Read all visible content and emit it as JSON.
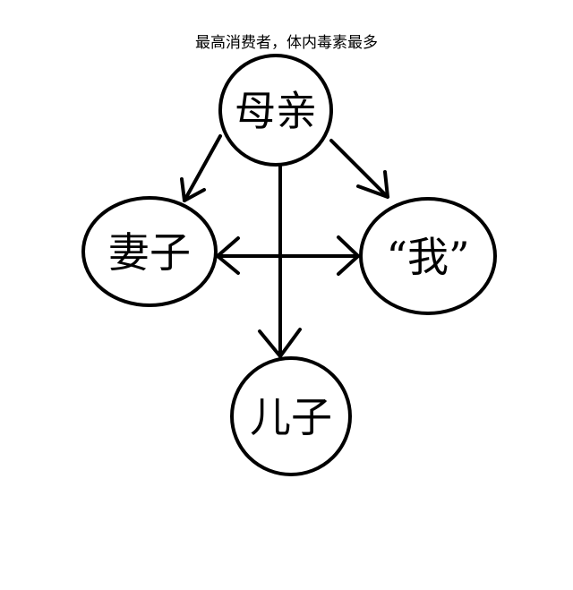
{
  "title": "最高消费者，体内毒素最多",
  "nodes": {
    "mother": "母亲",
    "wife": "妻子",
    "me": "“我”",
    "son": "儿子"
  },
  "edges": [
    {
      "from": "母亲",
      "to": "妻子",
      "type": "directed"
    },
    {
      "from": "母亲",
      "to": "“我”",
      "type": "directed"
    },
    {
      "from": "母亲",
      "to": "儿子",
      "type": "directed"
    },
    {
      "from": "妻子",
      "to": "“我”",
      "type": "bidirectional"
    }
  ],
  "colors": {
    "stroke": "#000000",
    "background": "#ffffff"
  }
}
